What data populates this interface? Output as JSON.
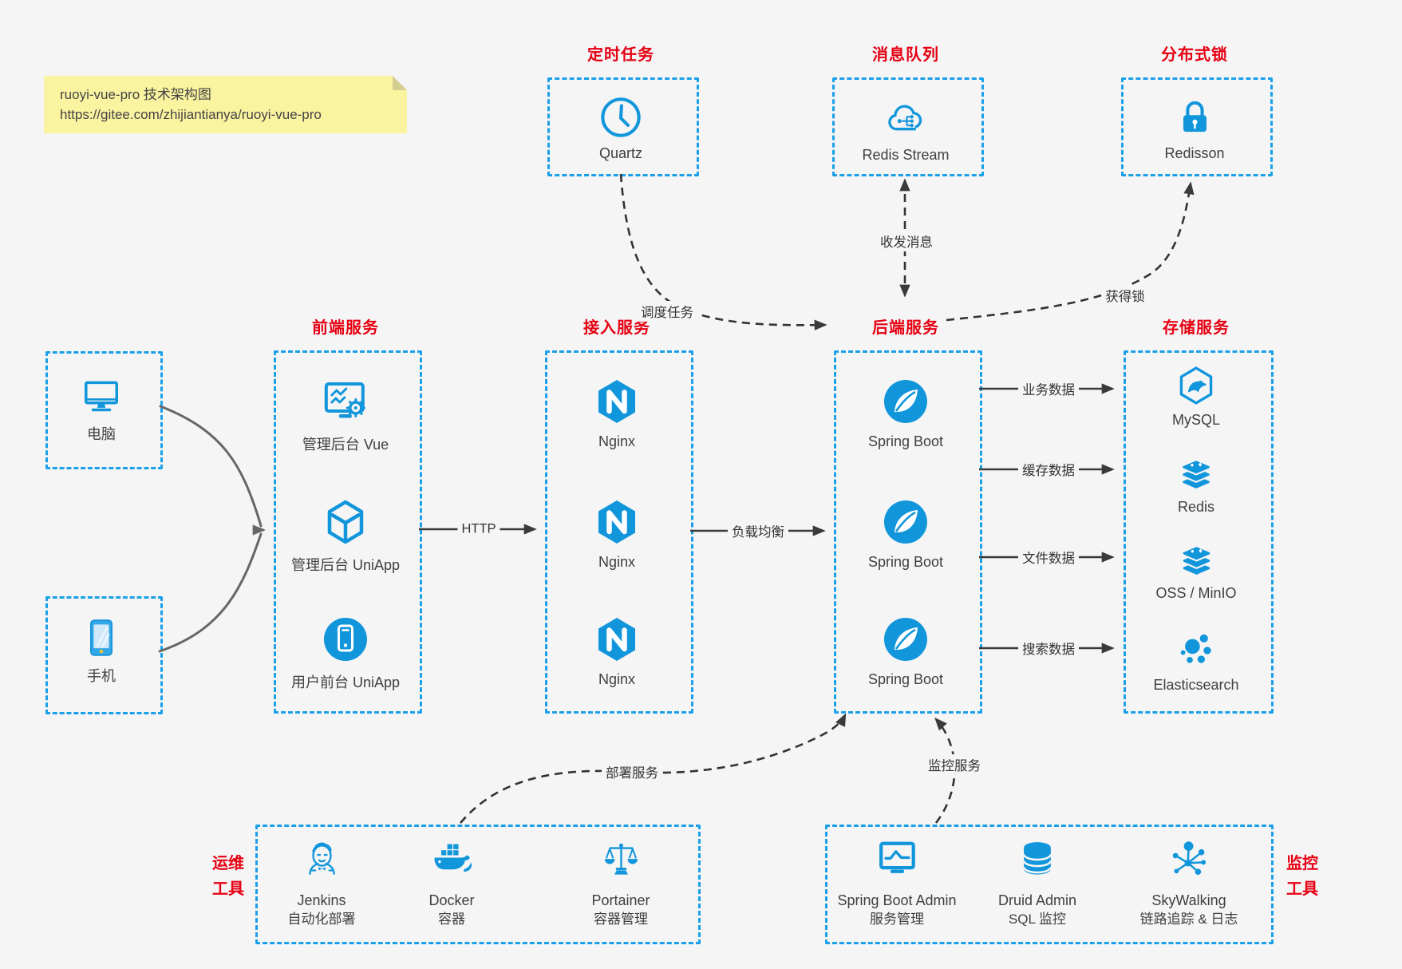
{
  "note": {
    "line1": "ruoyi-vue-pro 技术架构图",
    "line2": "https://gitee.com/zhijiantianya/ruoyi-vue-pro"
  },
  "colors": {
    "accent_blue": "#1296db",
    "box_border_blue": "#19a0e9",
    "title_red": "#e60012",
    "background": "#f5f5f6",
    "note_background": "#faf3a0",
    "arrow_dark": "#3a3a3a",
    "client_arrow_gray": "#666666",
    "label_text": "#3f3f3f"
  },
  "groups": {
    "scheduled_job": {
      "title": "定时任务",
      "item": {
        "icon": "clock-icon",
        "label": "Quartz"
      }
    },
    "message_queue": {
      "title": "消息队列",
      "item": {
        "icon": "cloud-stream-icon",
        "label": "Redis Stream"
      }
    },
    "distributed_lock": {
      "title": "分布式锁",
      "item": {
        "icon": "lock-icon",
        "label": "Redisson"
      }
    },
    "clients": {
      "items": [
        {
          "icon": "desktop-icon",
          "label": "电脑"
        },
        {
          "icon": "smartphone-icon",
          "label": "手机"
        }
      ]
    },
    "frontend": {
      "title": "前端服务",
      "items": [
        {
          "icon": "admin-dashboard-icon",
          "label": "管理后台 Vue"
        },
        {
          "icon": "cube-icon",
          "label": "管理后台 UniApp"
        },
        {
          "icon": "mobile-app-icon",
          "label": "用户前台 UniApp"
        }
      ]
    },
    "gateway": {
      "title": "接入服务",
      "items": [
        {
          "icon": "nginx-icon",
          "label": "Nginx"
        },
        {
          "icon": "nginx-icon",
          "label": "Nginx"
        },
        {
          "icon": "nginx-icon",
          "label": "Nginx"
        }
      ]
    },
    "backend": {
      "title": "后端服务",
      "items": [
        {
          "icon": "spring-boot-icon",
          "label": "Spring Boot"
        },
        {
          "icon": "spring-boot-icon",
          "label": "Spring Boot"
        },
        {
          "icon": "spring-boot-icon",
          "label": "Spring Boot"
        }
      ]
    },
    "storage": {
      "title": "存储服务",
      "items": [
        {
          "icon": "mysql-icon",
          "label": "MySQL"
        },
        {
          "icon": "redis-icon",
          "label": "Redis"
        },
        {
          "icon": "oss-icon",
          "label": "OSS / MinIO"
        },
        {
          "icon": "elasticsearch-icon",
          "label": "Elasticsearch"
        }
      ]
    },
    "ops_tools": {
      "title_lines": [
        "运维",
        "工具"
      ],
      "items": [
        {
          "icon": "jenkins-icon",
          "name": "Jenkins",
          "desc": "自动化部署"
        },
        {
          "icon": "docker-icon",
          "name": "Docker",
          "desc": "容器"
        },
        {
          "icon": "portainer-icon",
          "name": "Portainer",
          "desc": "容器管理"
        }
      ]
    },
    "monitor_tools": {
      "title_lines": [
        "监控",
        "工具"
      ],
      "items": [
        {
          "icon": "spring-boot-admin-icon",
          "name": "Spring Boot Admin",
          "desc": "服务管理"
        },
        {
          "icon": "druid-icon",
          "name": "Druid Admin",
          "desc": "SQL 监控"
        },
        {
          "icon": "skywalking-icon",
          "name": "SkyWalking",
          "desc": "链路追踪 & 日志"
        }
      ]
    },
    "edges": {}
  },
  "edges": {
    "http": {
      "label": "HTTP"
    },
    "load_balance": {
      "label": "负载均衡"
    },
    "schedule_job": {
      "label": "调度任务"
    },
    "send_receive_message": {
      "label": "收发消息"
    },
    "acquire_lock": {
      "label": "获得锁"
    },
    "business_data": {
      "label": "业务数据"
    },
    "cache_data": {
      "label": "缓存数据"
    },
    "file_data": {
      "label": "文件数据"
    },
    "search_data": {
      "label": "搜索数据"
    },
    "deploy_service": {
      "label": "部署服务"
    },
    "monitor_service": {
      "label": "监控服务"
    }
  }
}
